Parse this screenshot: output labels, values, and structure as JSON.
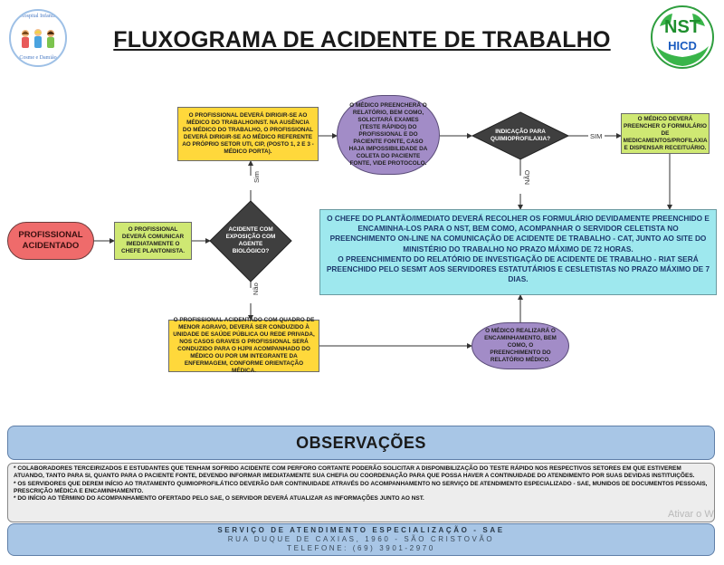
{
  "header": {
    "title": "FLUXOGRAMA DE ACIDENTE DE TRABALHO",
    "left_logo_text_top": "Hospital Infantil",
    "left_logo_text_bottom": "Cosme e Damião",
    "right_logo_text_top": "NST",
    "right_logo_text_bottom": "HICD"
  },
  "nodes": {
    "start": "PROFISSIONAL ACIDENTADO",
    "notify": "O PROFISSIONAL DEVERÁ COMUNICAR IMEDIATAMENTE O CHEFE PLANTONISTA.",
    "decision_biological": "ACIDENTE COM EXPOSIÇÃO COM AGENTE BIOLÓGICO?",
    "go_doctor": "O PROFISSIONAL DEVERÁ DIRIGIR-SE AO MÉDICO DO TRABALHO/NST. NA AUSÊNCIA DO MÉDICO DO TRABALHO, O PROFISSIONAL DEVERÁ DIRIGIR-SE AO MÉDICO REFERENTE AO PRÓPRIO SETOR UTI, CIP, (POSTO 1, 2 E 3 - MÉDICO PORTA).",
    "doctor_report": "O MÉDICO PREENCHERÁ O RELATÓRIO, BEM COMO, SOLICITARÁ EXAMES (TESTE RÁPIDO) DO PROFISSIONAL E DO PACIENTE FONTE, CASO HAJA IMPOSSIBILIDADE DA COLETA DO PACIENTE FONTE, VIDE PROTOCOLO.",
    "decision_prophylaxis": "INDICAÇÃO PARA QUIMIOPROFILAXIA?",
    "prescribe": "O MÉDICO DEVERÁ PREENCHER O FORMULÁRIO DE MEDICAMENTOS/PROFILAXIA E DISPENSAR RECEITUÁRIO.",
    "chief_lines": [
      "O CHEFE DO PLANTÃO/IMEDIATO DEVERÁ RECOLHER OS FORMULÁRIO DEVIDAMENTE PREENCHIDO E ENCAMINHA-LOS PARA O NST, BEM COMO, ACOMPANHAR O SERVIDOR CELETISTA NO PREENCHIMENTO ON-LINE NA COMUNICAÇÃO DE ACIDENTE DE TRABALHO - CAT, JUNTO AO SITE DO MINISTÉRIO DO TRABALHO NO PRAZO MÁXIMO DE 72 HORAS.",
      "O PREENCHIMENTO DO RELATÓRIO DE INVESTIGAÇÃO DE ACIDENTE DE TRABALHO -  RIAT SERÁ PREENCHIDO PELO SESMT AOS SERVIDORES ESTATUTÁRIOS E CESLETISTAS NO PRAZO MÁXIMO DE 7 DIAS."
    ],
    "minor_injury": "O PROFISSIONAL ACIDENTADO COM QUADRO DE MENOR AGRAVO, DEVERÁ SER CONDUZIDO À UNIDADE DE SAÚDE PÚBLICA OU REDE PRIVADA, NOS CASOS GRAVES O PROFISSIONAL SERÁ CONDUZIDO PARA O HJPII ACOMPANHADO DO MÉDICO OU POR UM INTEGRANTE DA ENFERMAGEM, CONFORME ORIENTAÇÃO MÉDICA.",
    "doctor_referral": "O MÉDICO REALIZARÁ O ENCAMINHAMENTO, BEM COMO, O PREENCHIMENTO DO RELATÓRIO MÉDICO."
  },
  "edge_labels": {
    "biological_yes": "Sim",
    "biological_no": "Não",
    "prophylaxis_yes": "SIM",
    "prophylaxis_no": "NÃO"
  },
  "observations": {
    "title": "OBSERVAÇÕES",
    "items": [
      "* COLABORADORES TERCEIRIZADOS E ESTUDANTES QUE TENHAM SOFRIDO ACIDENTE COM PERFORO CORTANTE PODERÃO SOLICITAR A DISPONIBILIZAÇÃO DO TESTE RÁPIDO NOS RESPECTIVOS SETORES EM QUE ESTIVEREM ATUANDO, TANTO PARA SI, QUANTO PARA O PACIENTE FONTE, DEVENDO INFORMAR IMEDIATAMENTE SUA CHEFIA OU COORDENAÇÃO PARA QUE POSSA HAVER A CONTINUIDADE DO ATENDIMENTO POR SUAS DEVIDAS INSTITUIÇÕES.",
      "* OS SERVIDORES QUE DEREM INÍCIO AO TRATAMENTO QUIMIOPROFILÁTICO DEVERÃO DAR CONTINUIDADE ATRAVÉS DO ACOMPANHAMENTO NO SERVIÇO DE ATENDIMENTO ESPECIALIZADO - SAE, MUNIDOS DE DOCUMENTOS PESSOAIS, PRESCRIÇÃO MÉDICA E ENCAMINHAMENTO.",
      "* DO INÍCIO AO TÉRMINO DO ACOMPANHAMENTO OFERTADO PELO SAE, O SERVIDOR DEVERÁ ATUALIZAR AS INFORMAÇÕES JUNTO AO NST."
    ]
  },
  "footer": {
    "line1": "SERVIÇO DE ATENDIMENTO ESPECIALIZAÇÃO - SAE",
    "line2": "RUA DUQUE DE CAXIAS, 1960 - SÃO CRISTOVÃO",
    "line3": "TELEFONE: (69) 3901-2970"
  },
  "watermark": "Ativar o W",
  "colors": {
    "start": "#ef6b6b",
    "process_yellow": "#ffd83b",
    "process_green": "#cfe873",
    "process_purple": "#a28cc7",
    "decision": "#3f3f3f",
    "summary_cyan": "#9ee8ee",
    "observations": "#a8c6e6"
  }
}
